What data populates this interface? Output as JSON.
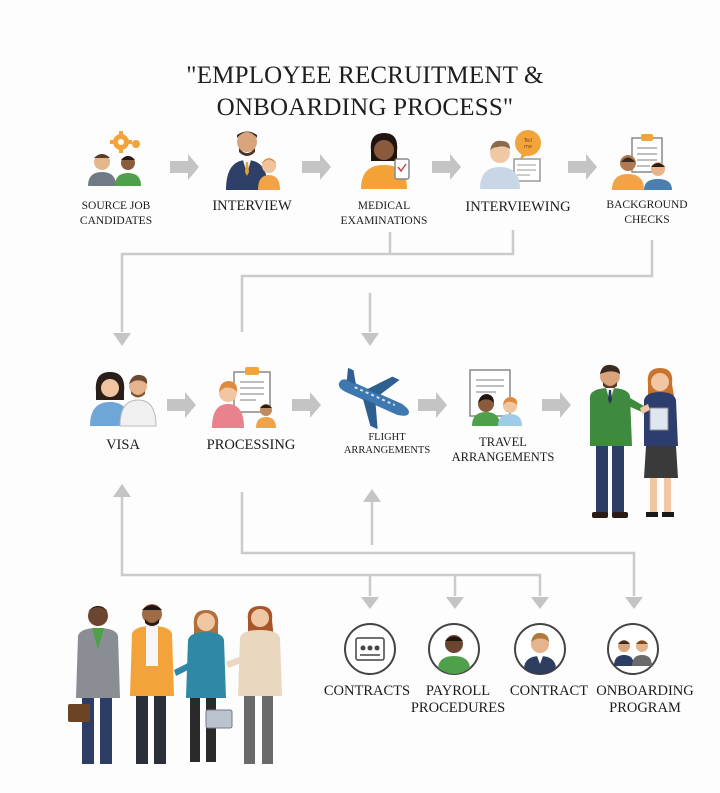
{
  "title_line1": "\"EMPLOYEE RECRUITMENT &",
  "title_line2": "ONBOARDING PROCESS\"",
  "row1": [
    {
      "line1": "SOURCE JOB",
      "line2": "CANDIDATES",
      "icon": "candidates-gear-icon"
    },
    {
      "line1": "INTERVIEW",
      "line2": "",
      "icon": "interview-people-icon"
    },
    {
      "line1": "MEDICAL",
      "line2": "EXAMINATIONS",
      "icon": "doctor-clipboard-icon"
    },
    {
      "line1": "INTERVIEWING",
      "line2": "",
      "icon": "interviewer-speech-icon"
    },
    {
      "line1": "BACKGROUND",
      "line2": "CHECKS",
      "icon": "background-check-icon"
    }
  ],
  "row2": [
    {
      "line1": "VISA",
      "line2": "",
      "icon": "visa-couple-icon"
    },
    {
      "line1": "PROCESSING",
      "line2": "",
      "icon": "processing-document-icon"
    },
    {
      "line1": "FLIGHT",
      "line2": "ARRANGEMENTS",
      "icon": "airplane-icon"
    },
    {
      "line1": "TRAVEL",
      "line2": "ARRANGEMENTS",
      "icon": "travel-document-icon"
    }
  ],
  "row3": [
    {
      "line1": "CONTRACTS",
      "line2": "",
      "icon": "contract-circle-icon"
    },
    {
      "line1": "PAYROLL",
      "line2": "PROCEDURES",
      "icon": "payroll-person-icon"
    },
    {
      "line1": "CONTRACT",
      "line2": "",
      "icon": "contract-person-icon"
    },
    {
      "line1": "ONBOARDING",
      "line2": "PROGRAM",
      "icon": "onboarding-pair-icon"
    }
  ],
  "colors": {
    "arrow": "#c4c4c4",
    "line": "#cbcbcb",
    "text": "#1b1b1b",
    "green_jacket": "#3e8a3f",
    "navy_suit": "#2d3e66",
    "orange": "#f2a34a",
    "skin": "#e9b98f"
  }
}
